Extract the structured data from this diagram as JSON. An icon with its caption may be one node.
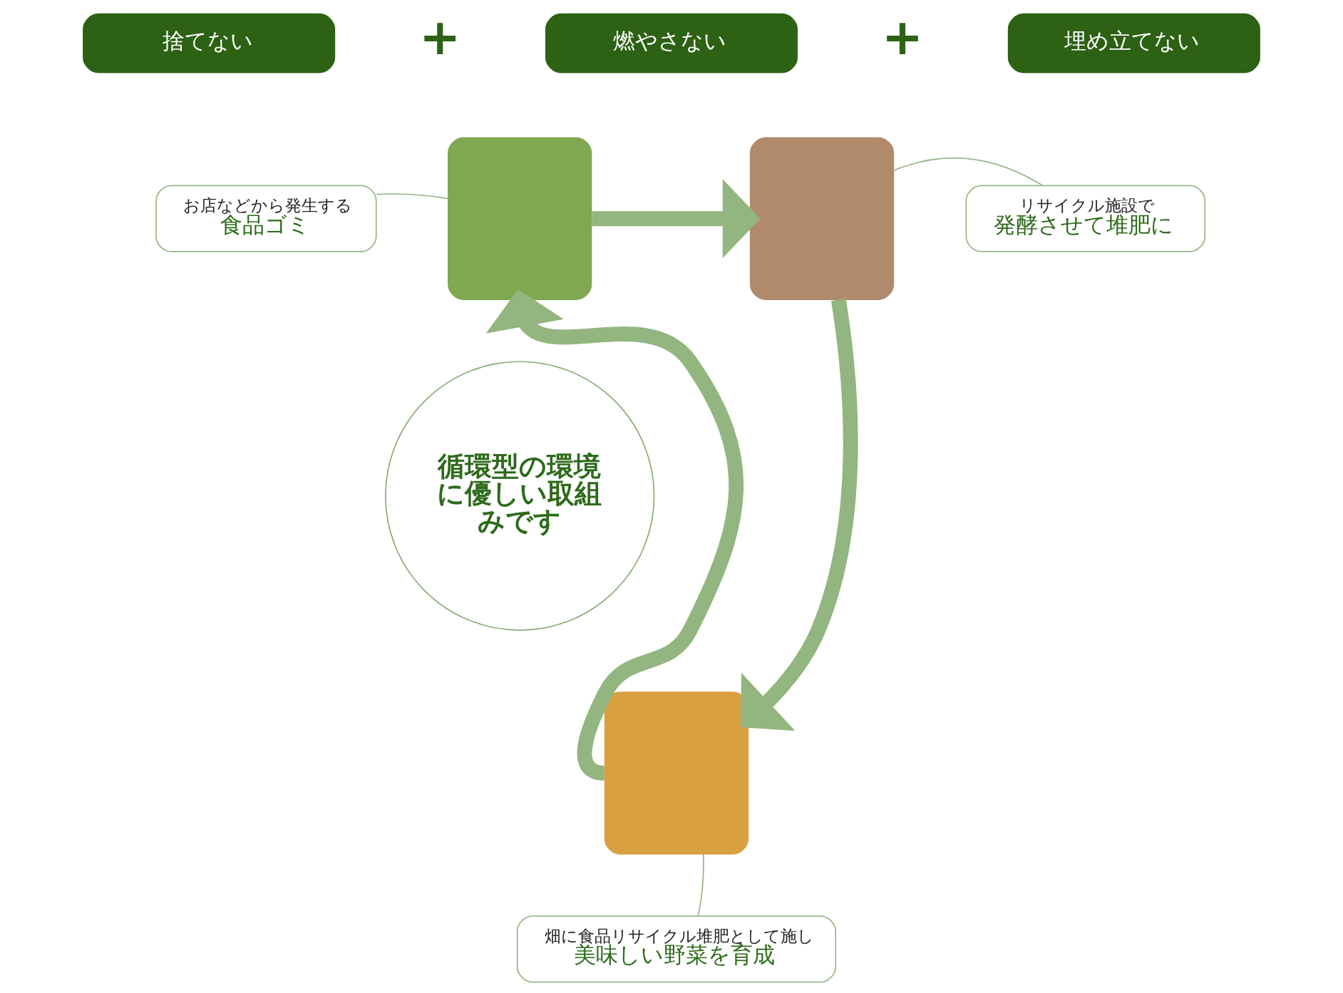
{
  "diagram": {
    "nodes": [
      {
        "text": [
          "捨てない"
        ]
      },
      {
        "text": [
          "燃やさない"
        ]
      },
      {
        "text": [
          "埋め立てない"
        ]
      },
      {
        "text": [],
        "shape": "box"
      },
      {
        "text": [],
        "shape": "box"
      },
      {
        "text": [],
        "shape": "box"
      },
      {
        "text": [
          "循環型の環境に優しい取組みです"
        ]
      },
      {
        "text": [
          "お店などから発生する",
          "食品ゴミ"
        ]
      },
      {
        "text": [
          "リサイクル施設で",
          "発酵させて堆肥に"
        ]
      },
      {
        "text": [
          "畑に食品リサイクル堆肥として施し",
          "美味しい野菜を育成"
        ]
      }
    ],
    "edges": [
      {
        "from": 3,
        "to": 4,
        "arrow": "to",
        "style": "thick"
      },
      {
        "from": 4,
        "to": 5,
        "arrow": "to",
        "style": "thick"
      },
      {
        "from": 5,
        "to": 3,
        "arrow": "to",
        "style": "thick"
      },
      {
        "from": 7,
        "to": 3,
        "arrow": "none"
      },
      {
        "from": 8,
        "to": 4,
        "arrow": "none"
      },
      {
        "from": 9,
        "to": 5,
        "arrow": "none"
      }
    ],
    "labels": [
      "+",
      "+"
    ]
  }
}
